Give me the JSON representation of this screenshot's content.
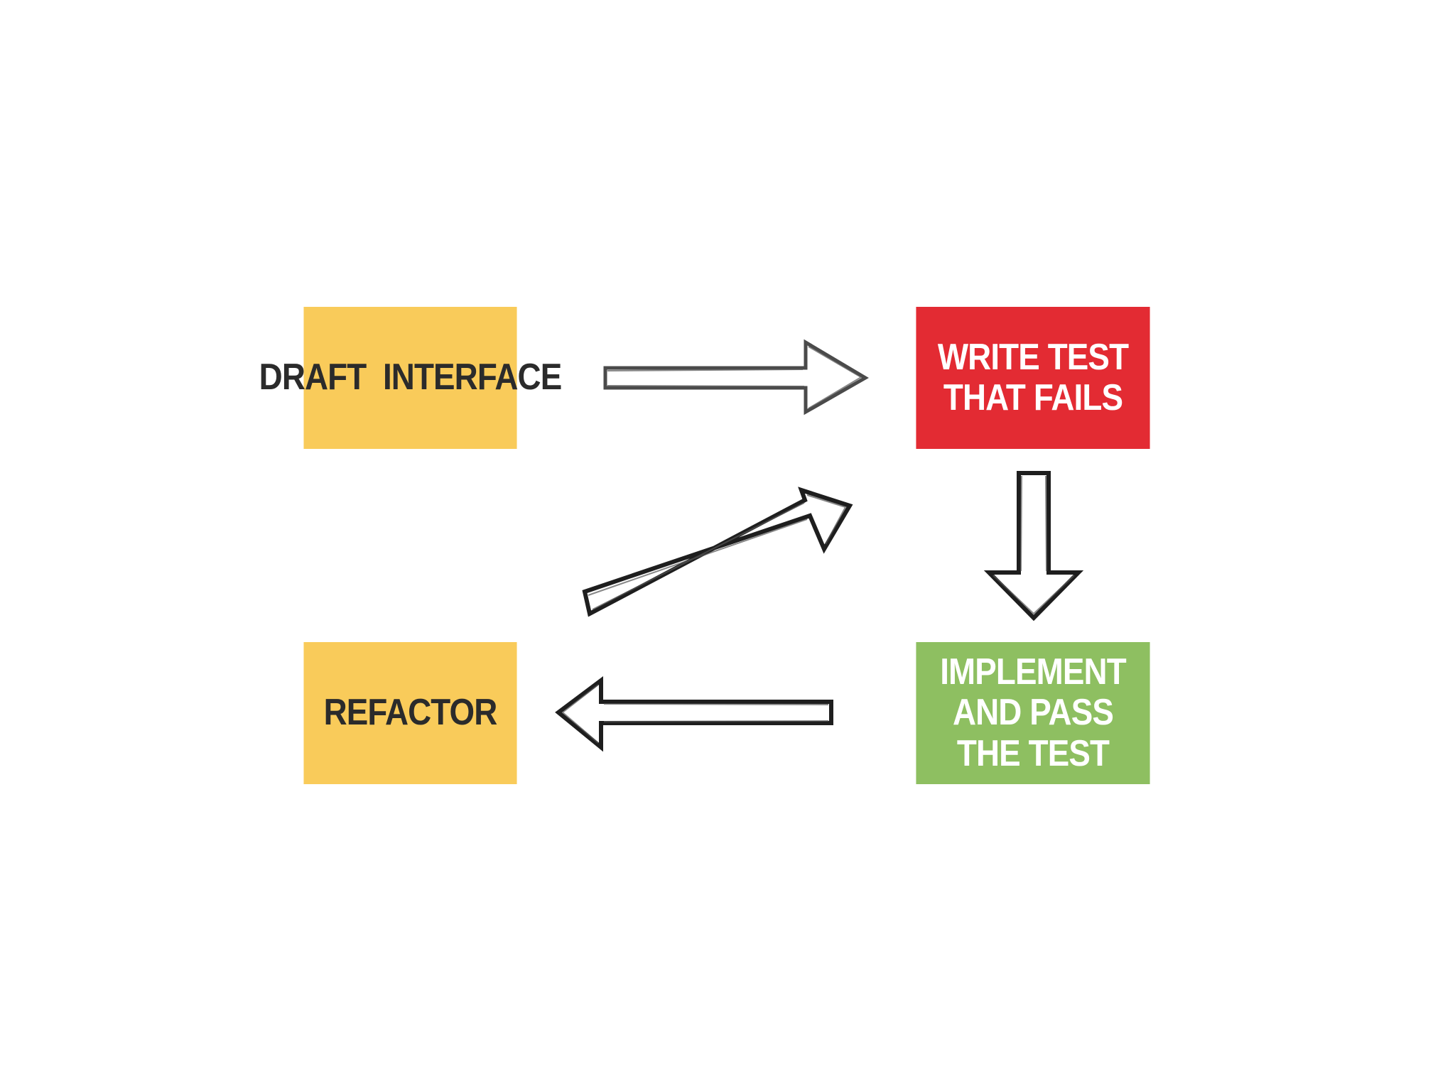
{
  "diagram": {
    "boxes": {
      "draft_interface": {
        "label": "DRAFT  INTERFACE",
        "color": "#f9cb5a"
      },
      "write_test": {
        "label": "WRITE TEST THAT FAILS",
        "color": "#e32b33"
      },
      "implement": {
        "label": "IMPLEMENT AND PASS THE TEST",
        "color": "#8ebf61"
      },
      "refactor": {
        "label": "REFACTOR",
        "color": "#f9cb5a"
      }
    },
    "arrows": [
      {
        "from": "draft_interface",
        "to": "write_test"
      },
      {
        "from": "write_test",
        "to": "implement"
      },
      {
        "from": "implement",
        "to": "refactor"
      },
      {
        "from": "refactor",
        "to": "write_test"
      }
    ]
  }
}
